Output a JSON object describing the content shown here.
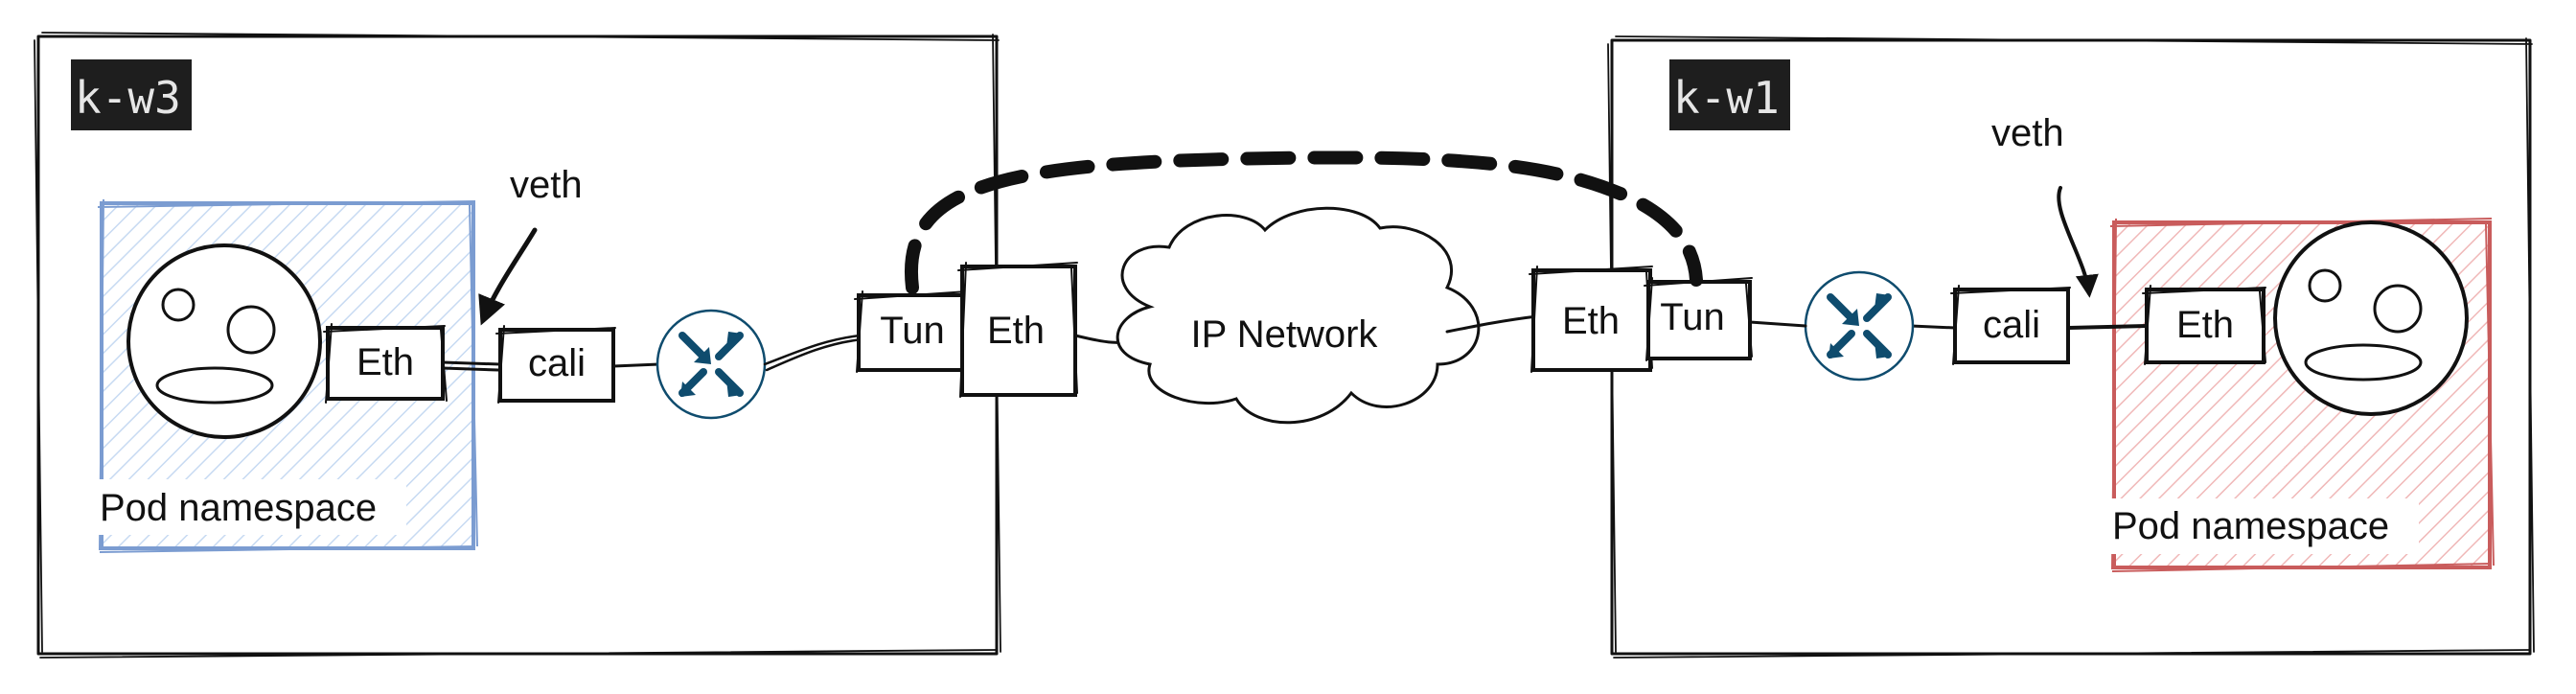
{
  "nodes": {
    "left": {
      "title": "k-w3",
      "pod_label": "Pod namespace",
      "veth_label": "veth",
      "pod_eth": "Eth",
      "cali": "cali",
      "tun": "Tun",
      "host_eth": "Eth"
    },
    "right": {
      "title": "k-w1",
      "pod_label": "Pod namespace",
      "veth_label": "veth",
      "pod_eth": "Eth",
      "cali": "cali",
      "tun": "Tun",
      "host_eth": "Eth"
    }
  },
  "network": {
    "label": "IP Network"
  },
  "colors": {
    "stroke": "#111111",
    "left_pod": "#7b9cd1",
    "left_pod_hatch": "#c7daf2",
    "right_pod": "#c95c5c",
    "right_pod_hatch": "#f0b8b8",
    "router": "#0f4c6e",
    "title_bg": "#1e1e1e",
    "title_fg": "#e6e6e6"
  },
  "icons": [
    "face-icon",
    "router-icon",
    "cloud-icon"
  ]
}
